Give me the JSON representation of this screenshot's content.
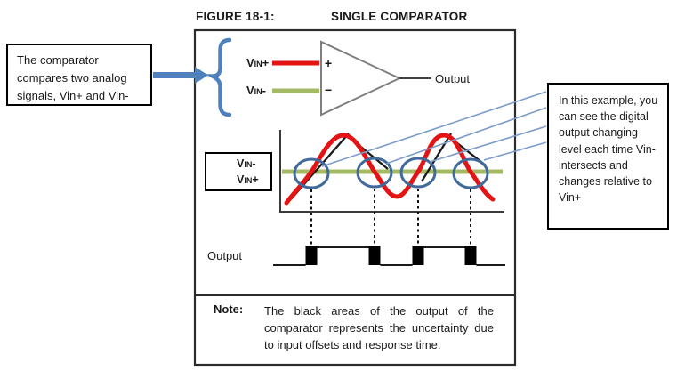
{
  "figure": {
    "label": "FIGURE 18-1:",
    "title": "SINGLE COMPARATOR"
  },
  "left_callout": {
    "text": "The comparator compares two analog signals, Vin+ and Vin-"
  },
  "right_callout": {
    "text": "In this example, you can see the digital output changing level each time Vin- intersects and changes relative to Vin+"
  },
  "comparator": {
    "input_pos_label": "Vin+",
    "input_neg_label": "Vin-",
    "plus_sign": "+",
    "minus_sign": "−",
    "output_label": "Output"
  },
  "legend": {
    "items": [
      {
        "label": "Vin-",
        "color": "#A3B964"
      },
      {
        "label": "Vin+",
        "color": "#E51414"
      }
    ]
  },
  "waveform": {
    "output_label": "Output",
    "intersection_count": 4
  },
  "note": {
    "label": "Note:",
    "text": "The black areas of the output of the comparator represents the uncertainty due to input offsets and response time."
  },
  "colors": {
    "vin_plus_red": "#E51414",
    "vin_minus_green": "#A3B964",
    "annotation_blue": "#4F81BD",
    "circle_blue": "#3F6A9B",
    "callout_line_blue": "#7B9CC9"
  }
}
